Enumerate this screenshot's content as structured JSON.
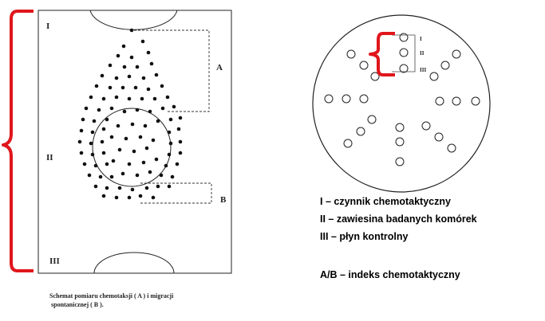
{
  "left_diagram": {
    "zone_labels": [
      "I",
      "II",
      "III"
    ],
    "measure_labels": [
      "A",
      "B"
    ],
    "caption_lines": [
      "Schemat pomiaru chemotaksji ( A ) i migracji",
      "spontanicznej ( B )."
    ]
  },
  "right_diagram": {
    "well_labels": [
      "I",
      "II",
      "III"
    ]
  },
  "legend": {
    "lines": [
      "I – czynnik chemotaktyczny",
      "II – zawiesina badanych komórek",
      "III – płyn kontrolny",
      "A/B – indeks chemotaktyczny"
    ]
  },
  "colors": {
    "brace": "#e0161c",
    "ink": "#111111"
  }
}
